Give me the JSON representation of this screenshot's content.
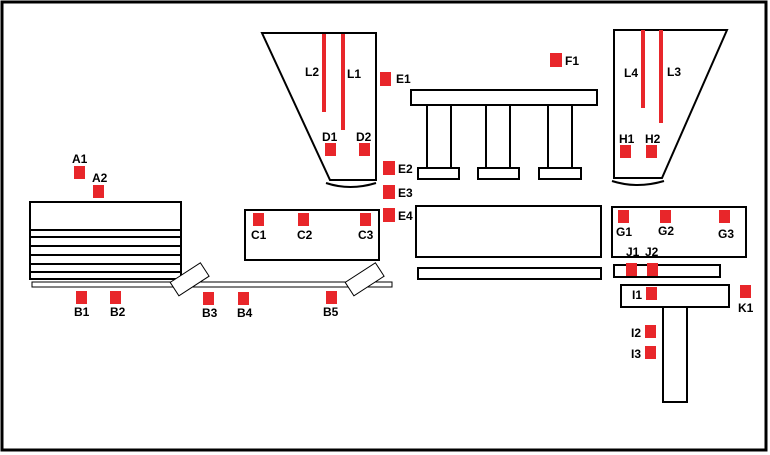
{
  "sensors": {
    "A1": "A1",
    "A2": "A2",
    "B1": "B1",
    "B2": "B2",
    "B3": "B3",
    "B4": "B4",
    "B5": "B5",
    "C1": "C1",
    "C2": "C2",
    "C3": "C3",
    "D1": "D1",
    "D2": "D2",
    "E1": "E1",
    "E2": "E2",
    "E3": "E3",
    "E4": "E4",
    "F1": "F1",
    "G1": "G1",
    "G2": "G2",
    "G3": "G3",
    "H1": "H1",
    "H2": "H2",
    "I1": "I1",
    "I2": "I2",
    "I3": "I3",
    "J1": "J1",
    "J2": "J2",
    "K1": "K1"
  },
  "levels": {
    "L1": "L1",
    "L2": "L2",
    "L3": "L3",
    "L4": "L4"
  },
  "colors": {
    "sensor": "#e8262a",
    "line": "#000000",
    "background": "#ffffff"
  }
}
